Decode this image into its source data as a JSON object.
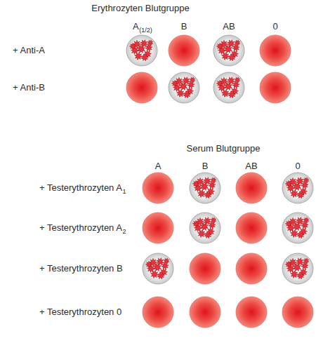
{
  "diagram": {
    "labels": [
      "Erythrozyten Blutgruppe",
      "A",
      "(1/2)",
      "B",
      "AB",
      "0",
      "+ Anti-A",
      "+ Anti-B",
      "Serum Blutgruppe",
      "A",
      "B",
      "AB",
      "0",
      "+ Testerythrozyten A",
      "1",
      "+ Testerythrozyten A",
      "2",
      "+ Testerythrozyten B",
      "+ Testerythrozyten 0"
    ]
  }
}
